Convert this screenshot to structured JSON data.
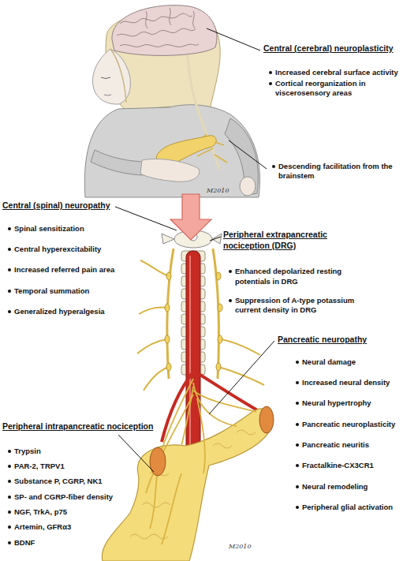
{
  "diagram": {
    "labels": [
      "Central (cerebral) neuroplasticity",
      "Increased cerebral surface activity",
      "Cortical reorganization in viscerosensory areas",
      "Descending facilitation from the brainstem",
      "Central (spinal) neuropathy",
      "Spinal sensitization",
      "Central hyperexcitability",
      "Increased referred pain area",
      "Temporal summation",
      "Generalized hyperalgesia",
      "Peripheral extrapancreatic nociception (DRG)",
      "Enhanced depolarized resting potentials in DRG",
      "Suppression of A-type potassium current density in DRG",
      "Pancreatic neuropathy",
      "Neural damage",
      "Increased neural density",
      "Neural hypertrophy",
      "Pancreatic neuroplasticity",
      "Pancreatic neuritis",
      "Fractalkine-CX3CR1",
      "Neural remodeling",
      "Peripheral glial activation",
      "Peripheral intrapancreatic nociception",
      "Trypsin",
      "PAR-2, TRPV1",
      "Substance P, CGRP, NK1",
      "SP- and CGRP-fiber density",
      "NGF, TrkA, p75",
      "Artemin, GFRα3",
      "BDNF",
      "M2010",
      "M2010"
    ]
  }
}
